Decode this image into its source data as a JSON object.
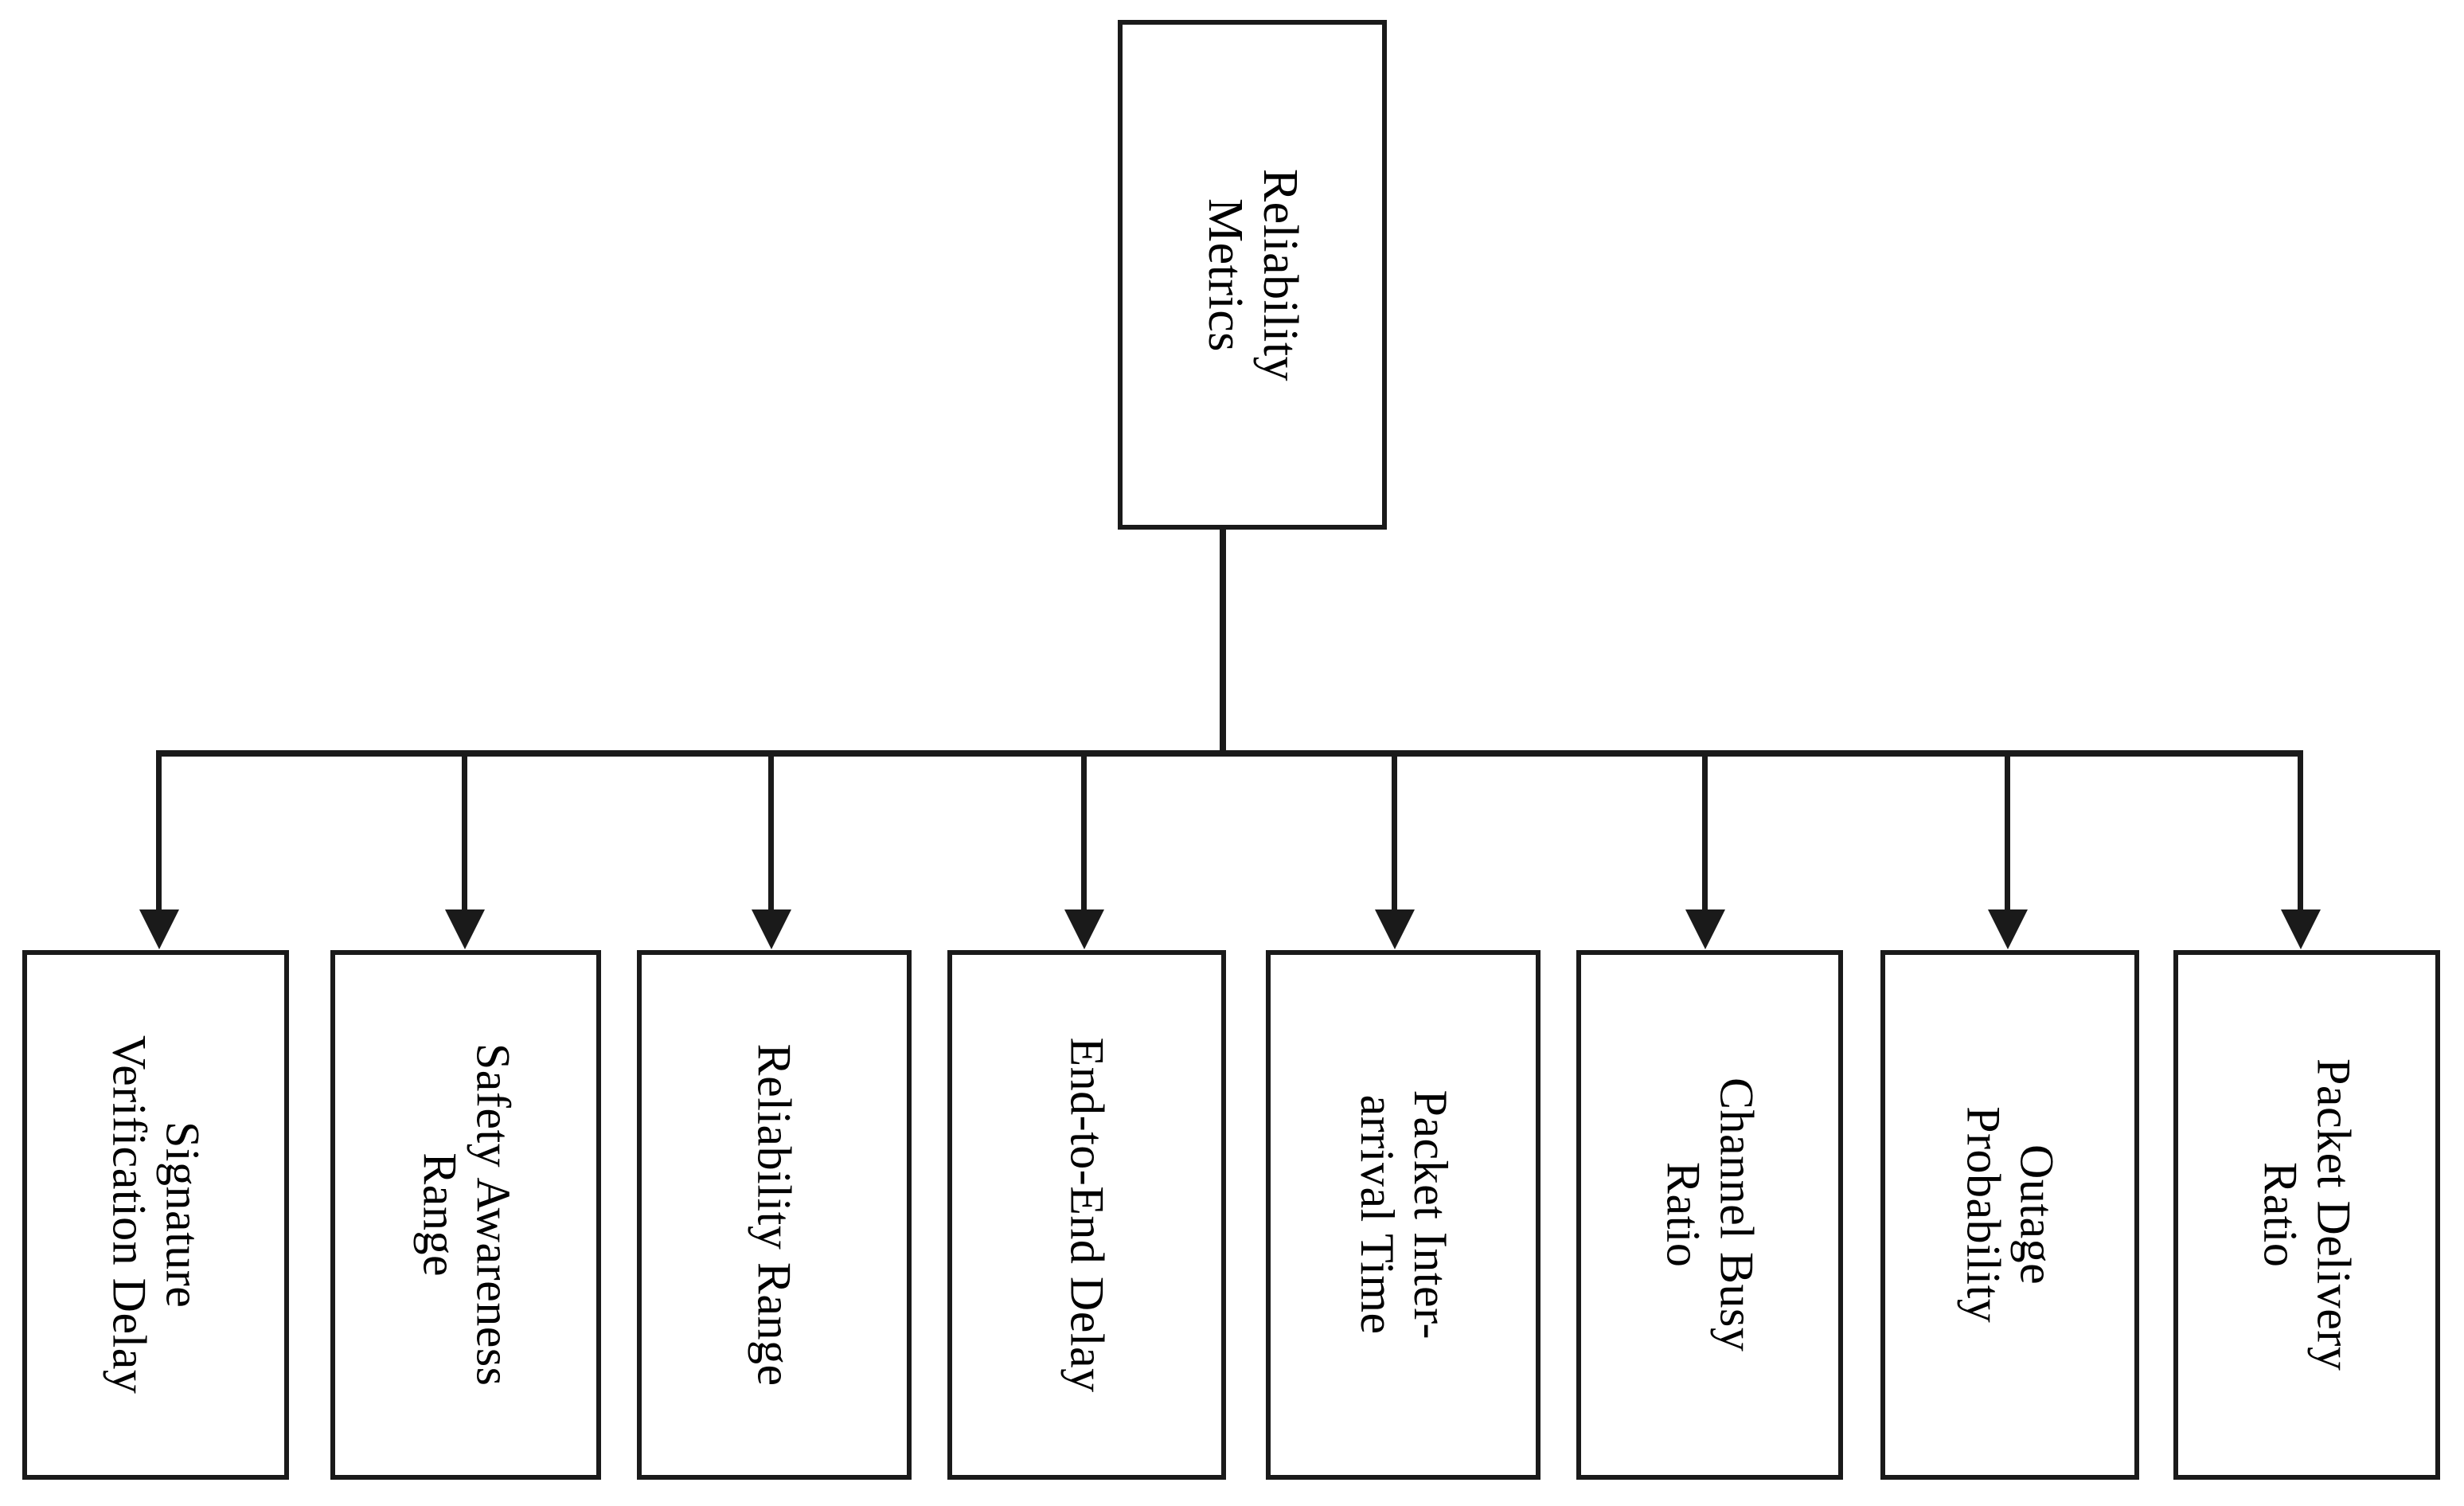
{
  "diagram": {
    "type": "tree-hierarchy",
    "orientation": "top-down",
    "text_rotation_degrees": 90,
    "colors": {
      "background": "#ffffff",
      "stroke": "#1a1a1a",
      "text": "#000000"
    },
    "root": {
      "id": "reliability-metrics",
      "label": "Reliability Metrics",
      "lines": [
        "Reliability",
        "Metrics"
      ]
    },
    "edge_style": {
      "kind": "orthogonal-bus",
      "arrowhead": "filled-triangle",
      "arrow_count": 8
    },
    "children": [
      {
        "id": "signature-verification-delay",
        "label": "Signature Verification Delay",
        "lines": [
          "Signature",
          "Verification Delay"
        ]
      },
      {
        "id": "safety-awareness-range",
        "label": "Safety Awareness Range",
        "lines": [
          "Safety Awareness",
          "Range"
        ]
      },
      {
        "id": "reliability-range",
        "label": "Reliability Range",
        "lines": [
          "Reliability Range"
        ]
      },
      {
        "id": "end-to-end-delay",
        "label": "End-to-End Delay",
        "lines": [
          "End-to-End Delay"
        ]
      },
      {
        "id": "packet-inter-arrival-time",
        "label": "Packet Inter-arrival Time",
        "lines": [
          "Packet Inter-",
          "arrival Time"
        ]
      },
      {
        "id": "channel-busy-ratio",
        "label": "Channel Busy Ratio",
        "lines": [
          "Channel Busy",
          "Ratio"
        ]
      },
      {
        "id": "outage-probability",
        "label": "Outage Probability",
        "lines": [
          "Outage",
          "Probability"
        ]
      },
      {
        "id": "packet-delivery-ratio",
        "label": "Packet Delivery Ratio",
        "lines": [
          "Packet Delivery",
          "Ratio"
        ]
      }
    ]
  }
}
